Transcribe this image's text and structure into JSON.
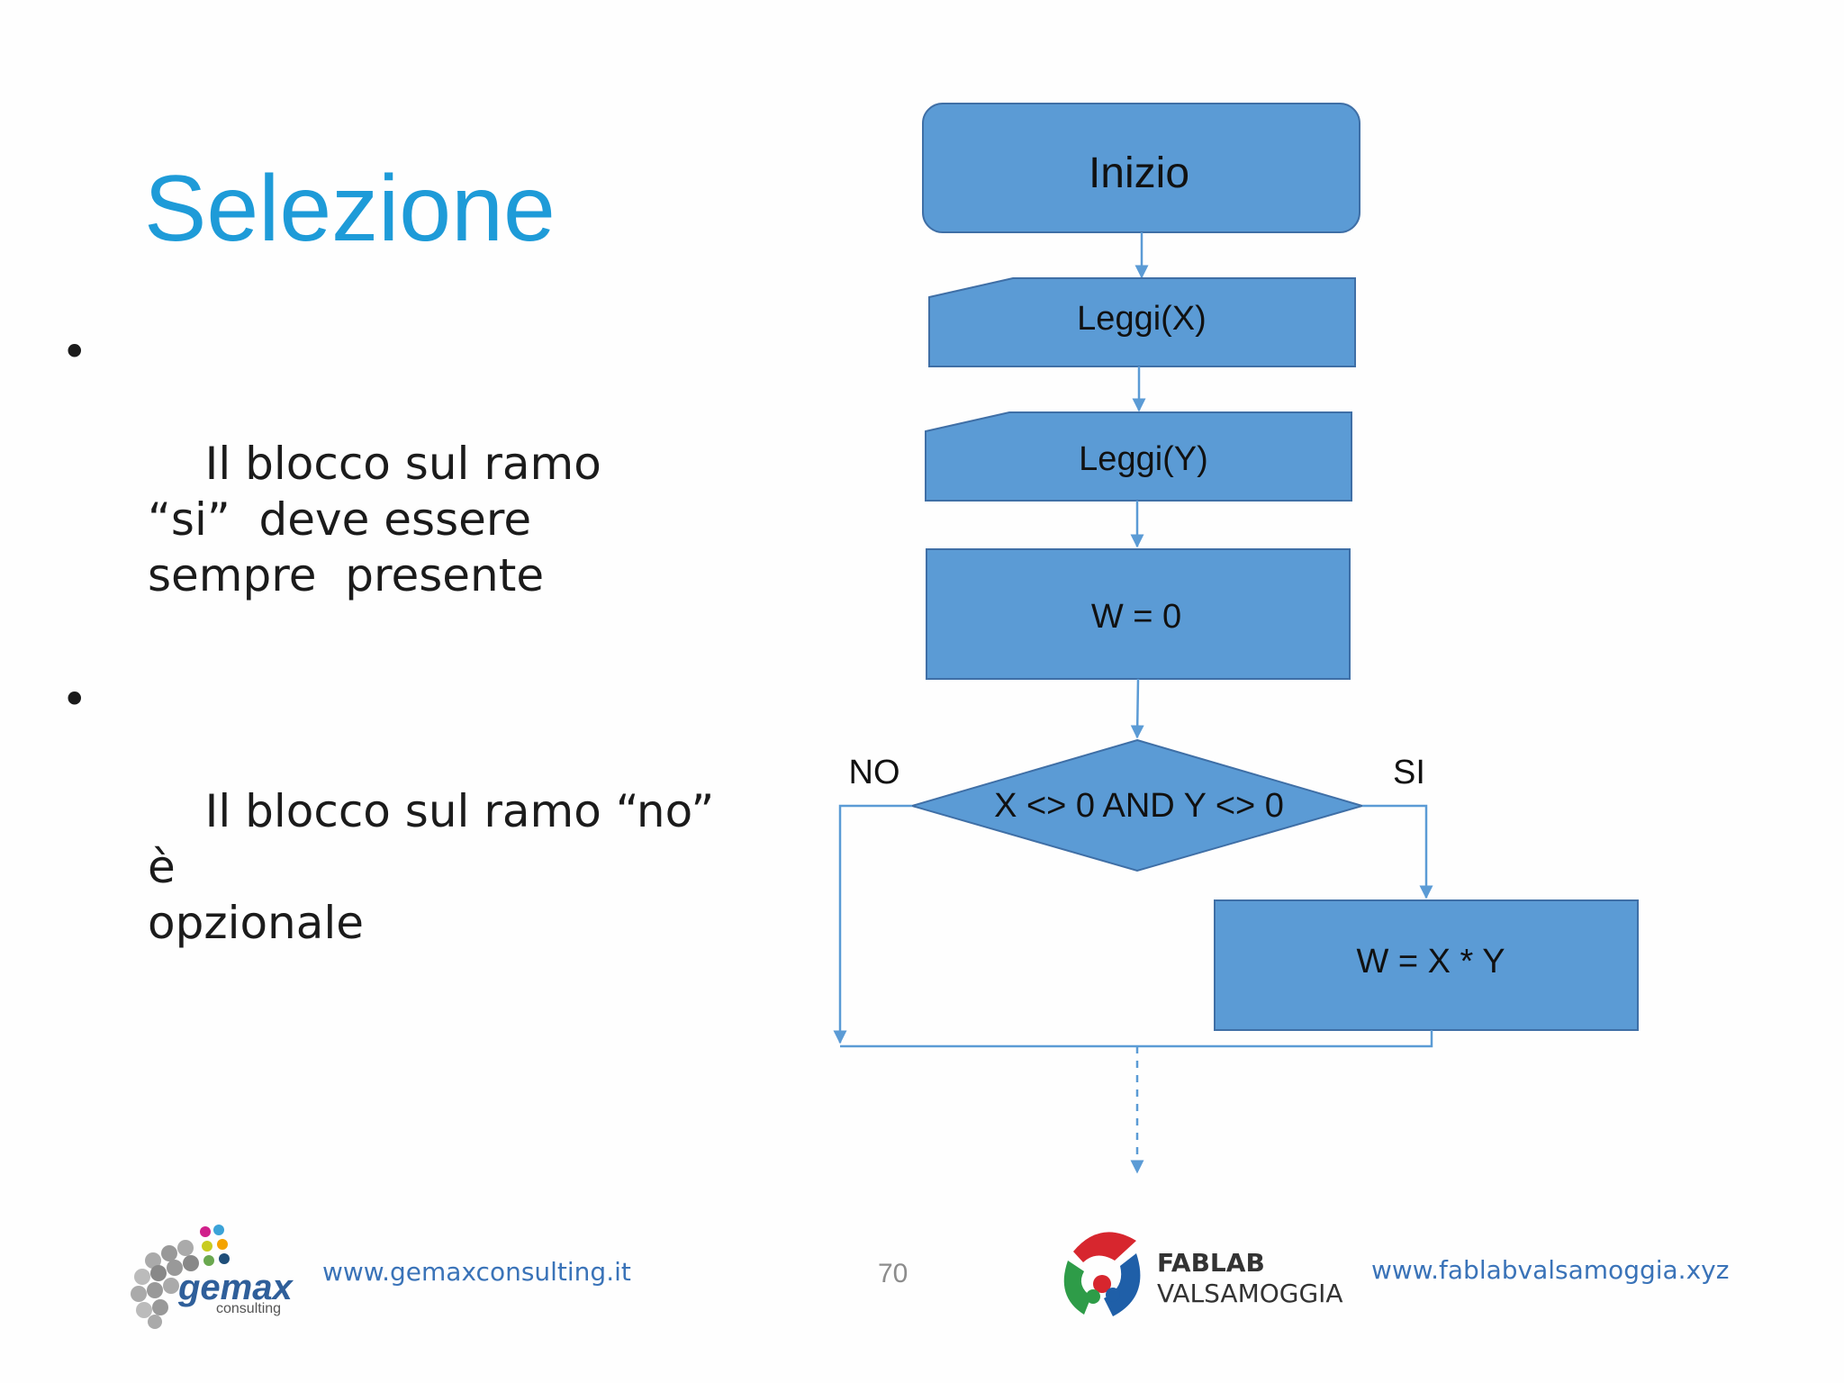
{
  "slide": {
    "title": "Selezione",
    "bullets": [
      "Il blocco sul ramo\n“si”  deve essere\nsempre  presente",
      "Il blocco sul ramo “no” è\nopzionale"
    ],
    "page_number": "70"
  },
  "flowchart": {
    "start": "Inizio",
    "read_x": "Leggi(X)",
    "read_y": "Leggi(Y)",
    "assign_w": "W = 0",
    "condition": "X <> 0 AND Y <> 0",
    "no_label": "NO",
    "yes_label": "SI",
    "multiply": "W = X * Y",
    "colors": {
      "fill": "#5b9bd5",
      "stroke": "#3f6fa6",
      "line": "#5b9bd5"
    }
  },
  "footer": {
    "left_url": "www.gemaxconsulting.it",
    "right_url": "www.fablabvalsamoggia.xyz",
    "gemax_logo": {
      "word": "gemax",
      "sub": "consulting"
    },
    "fablab_logo": {
      "line1": "FABLAB",
      "line2": "VALSAMOGGIA"
    }
  }
}
